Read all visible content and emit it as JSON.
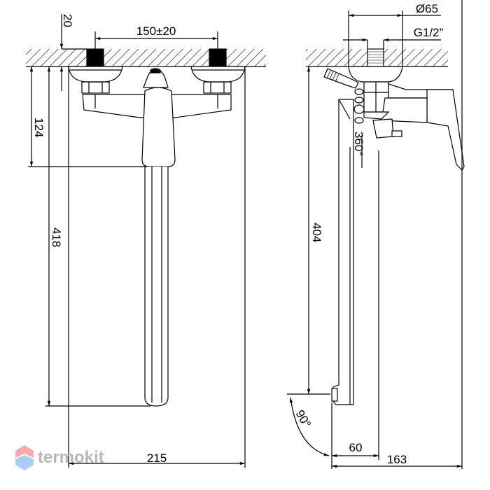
{
  "drawing": {
    "front_view": {
      "wall_offset": "20",
      "inlet_spacing": "150±20",
      "handle_height": "124",
      "spout_height": "418",
      "total_width": "215"
    },
    "side_view": {
      "escutcheon_diameter": "Ø65",
      "thread_size": "G1/2”",
      "rotation": "360°",
      "spout_length": "404",
      "swivel_angle": "90°",
      "spout_reach": "60",
      "total_depth": "163"
    }
  },
  "watermark": {
    "text": "termokit",
    "colors": {
      "top": "#f7a9ab",
      "bottom": "#a9cdf4"
    }
  }
}
